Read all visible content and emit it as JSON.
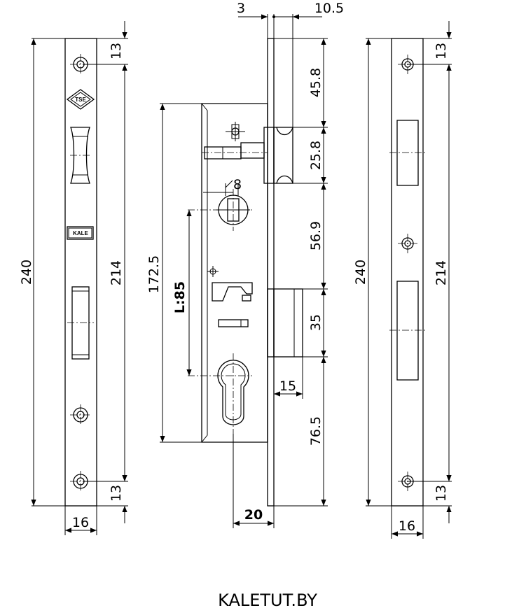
{
  "left_plate": {
    "height_total": "240",
    "screw_spacing": "214",
    "top_offset": "13",
    "bottom_offset": "13",
    "width": "16",
    "logo_tse": "TSE",
    "logo_kale": "KALE"
  },
  "side_view": {
    "top_left": "3",
    "top_right": "10.5",
    "d1": "45.8",
    "d2": "25.8",
    "d3": "56.9",
    "d4": "35",
    "d5": "76.5",
    "body_height": "172.5",
    "distance_label": "L:85",
    "backset": "20",
    "latch_width": "15",
    "hole_dia": "8"
  },
  "right_plate": {
    "height_total": "240",
    "screw_spacing": "214",
    "top_offset": "13",
    "bottom_offset": "13",
    "width": "16"
  },
  "footer": {
    "site": "KALETUT.BY"
  }
}
